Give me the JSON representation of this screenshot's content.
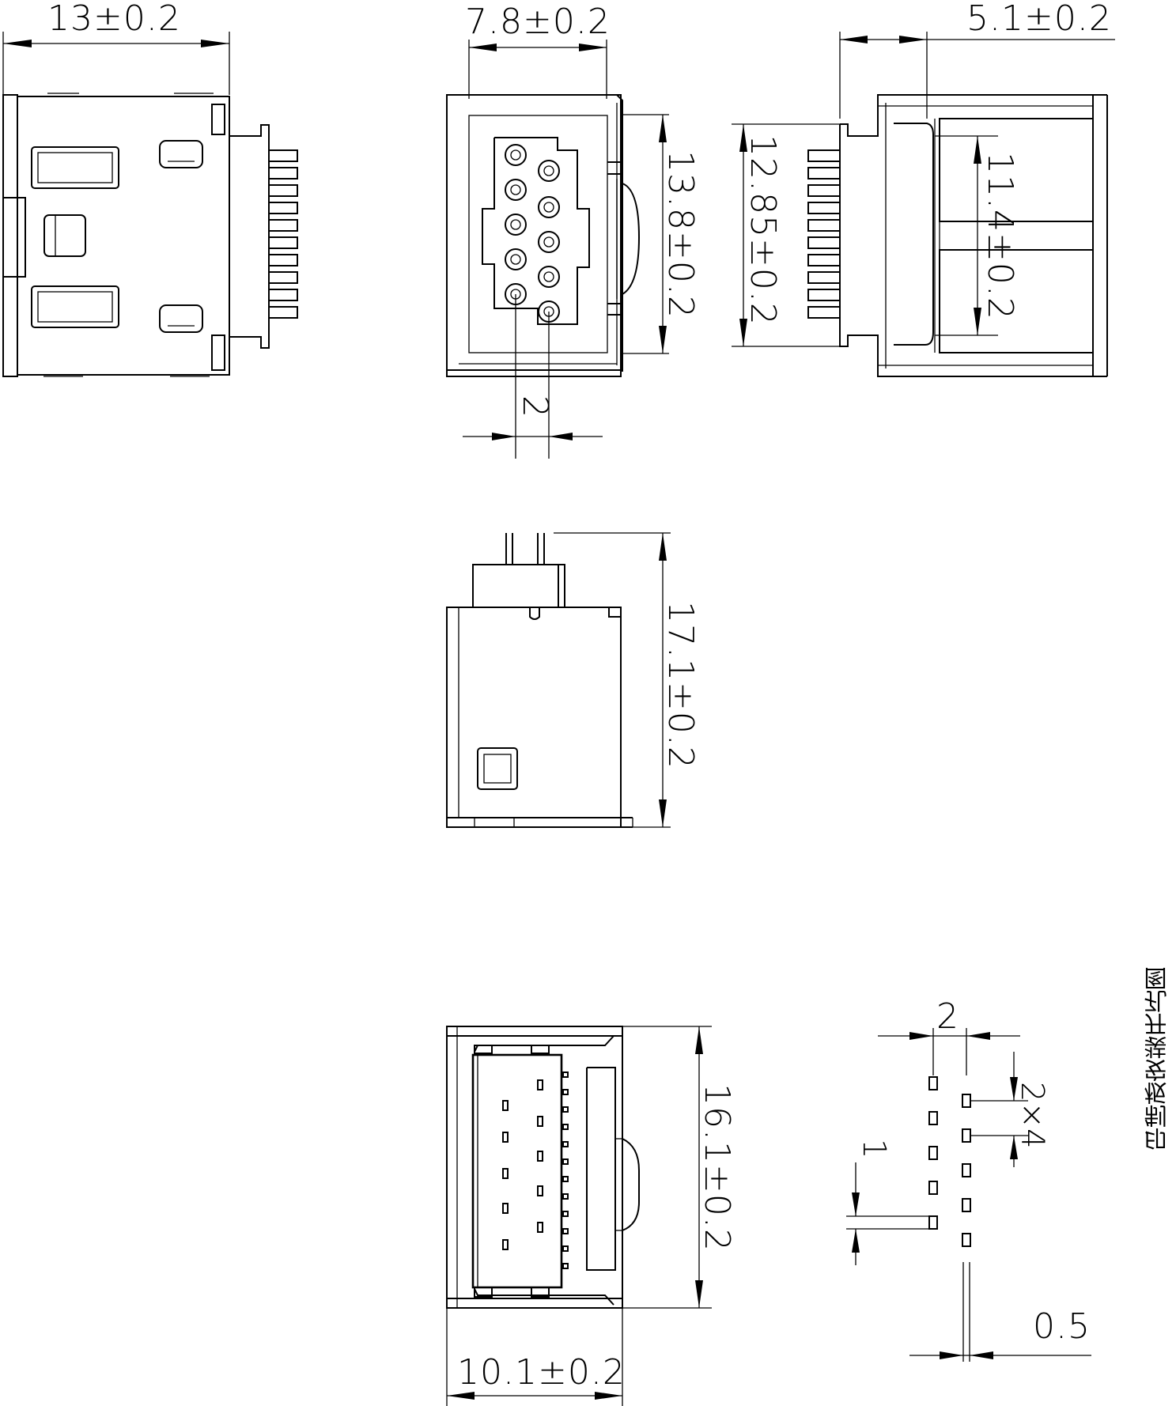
{
  "title": "",
  "dimensions": {
    "top_left_width": "13±0.2",
    "front_width": "7.8±0.2",
    "right_depth": "5.1±0.2",
    "front_height": "13.8±0.2",
    "side_height": "12.85±0.2",
    "inner_height": "11.4±0.2",
    "pin_pitch": "2",
    "side_view_height": "17.1±0.2",
    "bottom_height": "16.1±0.2",
    "bottom_width": "10.1±0.2",
    "hole_pitch": "2",
    "hole_pitch_count": "2×4",
    "hole_size": "1",
    "hole_width": "0.5"
  },
  "footprint_caption": "印制板安装开孔图"
}
